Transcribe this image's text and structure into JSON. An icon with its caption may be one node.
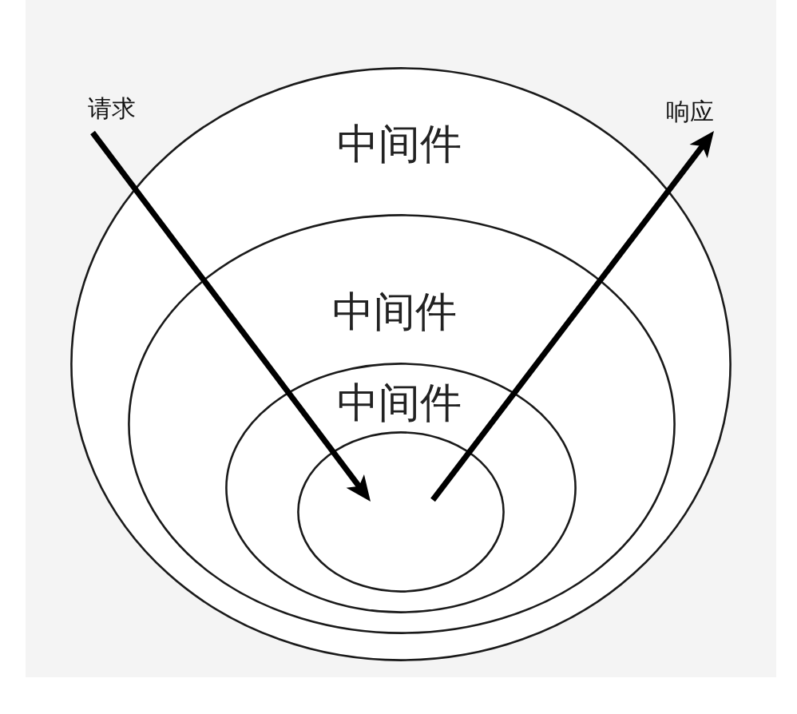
{
  "diagram": {
    "nodes": [
      {
        "text": [
          "中间件"
        ]
      },
      {
        "text": [
          "中间件"
        ],
        "in": 0
      },
      {
        "text": [
          "中间件"
        ],
        "in": 1
      },
      {
        "text": [],
        "shape": "ellipse",
        "in": 2
      },
      {
        "text": [
          "请求"
        ]
      },
      {
        "text": [
          "响应"
        ]
      }
    ],
    "edges": [
      {
        "from": 4,
        "to": 3,
        "arrow": "to"
      },
      {
        "from": 3,
        "to": 5,
        "arrow": "to"
      }
    ]
  }
}
